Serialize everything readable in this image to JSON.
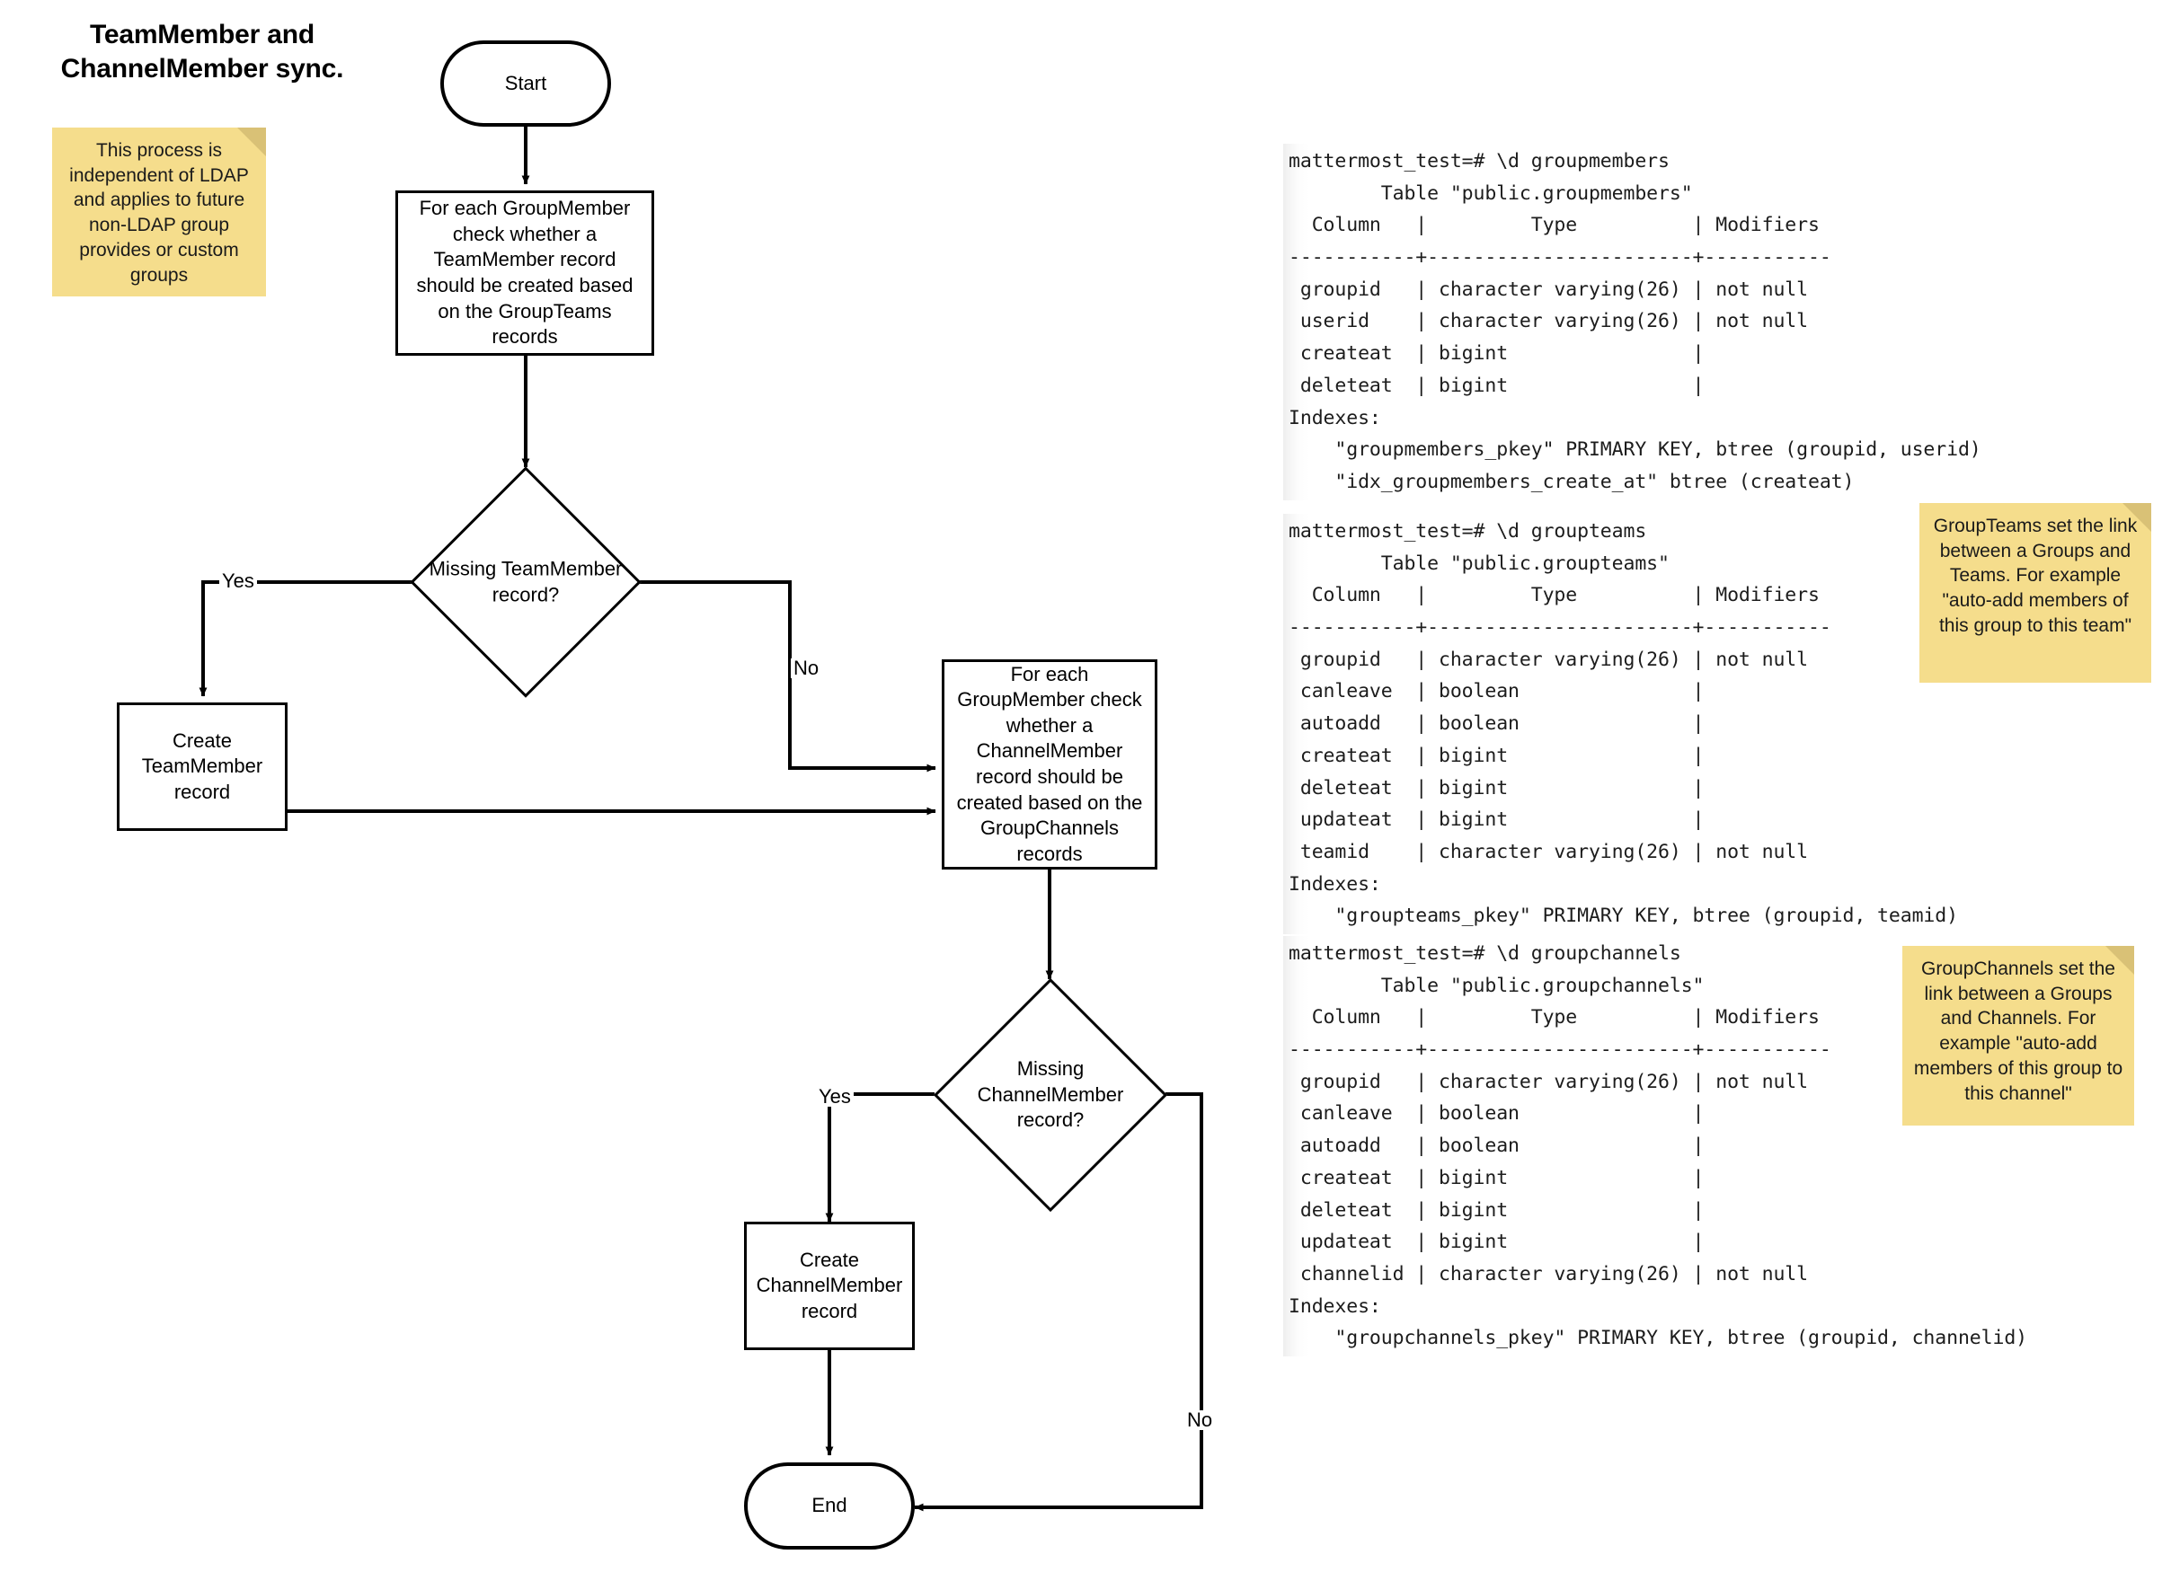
{
  "title": "TeamMember and\nChannelMember sync.",
  "flowchart": {
    "nodes": {
      "start": "Start",
      "process_teams": "For each GroupMember check whether a TeamMember record should be created based on the GroupTeams records",
      "decision_team": "Missing TeamMember\nrecord?",
      "create_team_member": "Create\nTeamMember\nrecord",
      "process_channels": "For each GroupMember check whether a ChannelMember record should be created based on the GroupChannels records",
      "decision_channel": "Missing\nChannelMember\nrecord?",
      "create_channel_member": "Create\nChannelMember\nrecord",
      "end": "End"
    },
    "edge_labels": {
      "team_yes": "Yes",
      "team_no": "No",
      "channel_yes": "Yes",
      "channel_no": "No"
    }
  },
  "notes": {
    "ldap": "This process is independent of LDAP and applies to future non-LDAP group provides or custom groups",
    "groupteams": "GroupTeams set the link between a Groups and Teams. For example \"auto-add members of this group to this team\"",
    "groupchannels": "GroupChannels set the link between a Groups and Channels. For example \"auto-add members of this group to this channel\""
  },
  "terminals": {
    "groupmembers": "mattermost_test=# \\d groupmembers\n        Table \"public.groupmembers\"\n  Column   |         Type          | Modifiers\n-----------+-----------------------+-----------\n groupid   | character varying(26) | not null\n userid    | character varying(26) | not null\n createat  | bigint                |\n deleteat  | bigint                |\nIndexes:\n    \"groupmembers_pkey\" PRIMARY KEY, btree (groupid, userid)\n    \"idx_groupmembers_create_at\" btree (createat)",
    "groupteams": "mattermost_test=# \\d groupteams\n        Table \"public.groupteams\"\n  Column   |         Type          | Modifiers\n-----------+-----------------------+-----------\n groupid   | character varying(26) | not null\n canleave  | boolean               |\n autoadd   | boolean               |\n createat  | bigint                |\n deleteat  | bigint                |\n updateat  | bigint                |\n teamid    | character varying(26) | not null\nIndexes:\n    \"groupteams_pkey\" PRIMARY KEY, btree (groupid, teamid)",
    "groupchannels": "mattermost_test=# \\d groupchannels\n        Table \"public.groupchannels\"\n  Column   |         Type          | Modifiers\n-----------+-----------------------+-----------\n groupid   | character varying(26) | not null\n canleave  | boolean               |\n autoadd   | boolean               |\n createat  | bigint                |\n deleteat  | bigint                |\n updateat  | bigint                |\n channelid | character varying(26) | not null\nIndexes:\n    \"groupchannels_pkey\" PRIMARY KEY, btree (groupid, channelid)"
  },
  "colors": {
    "note_fill": "#f5dd8c",
    "note_fold": "#d9c176",
    "stroke": "#000000",
    "node_fill": "#ffffff"
  }
}
